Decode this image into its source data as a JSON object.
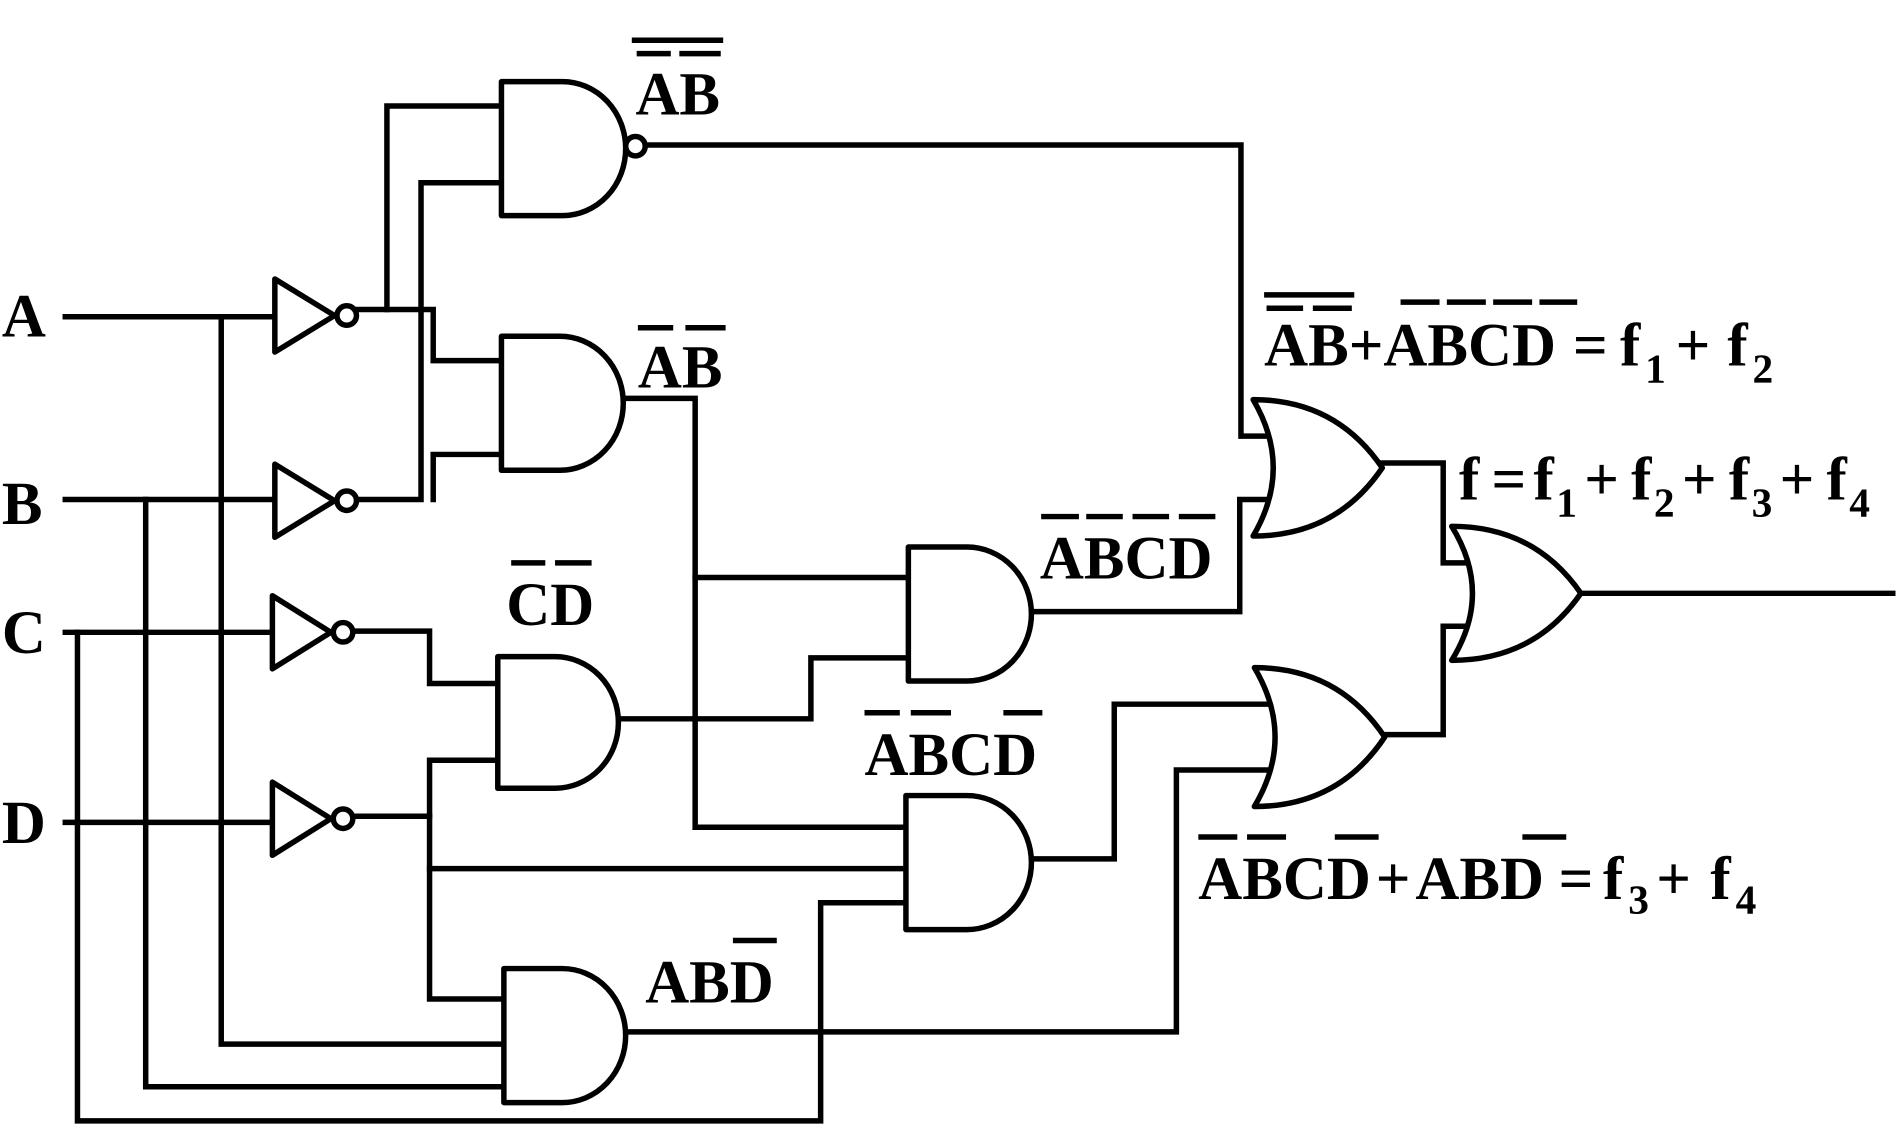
{
  "inputs": {
    "a": "A",
    "b": "B",
    "c": "C",
    "d": "D"
  },
  "gate_labels": {
    "nand_ab": "AB",
    "and_ab": "AB",
    "and_cd": "CD",
    "and_abcd_top": "ABCD",
    "and_abcd_bottom": "ABCD",
    "and_abd": "ABD"
  },
  "expressions": {
    "f1_f2": {
      "t1": "AB",
      "plus": "+",
      "t2": "ABCD",
      "eq": "=",
      "f1": "f",
      "f1_sub": "1",
      "plus2": "+",
      "f2": "f",
      "f2_sub": "2"
    },
    "f_total": {
      "f": "f",
      "eq": "=",
      "t1": "f",
      "t1_sub": "1",
      "p1": "+",
      "t2": "f",
      "t2_sub": "2",
      "p2": "+",
      "t3": "f",
      "t3_sub": "3",
      "p3": "+",
      "t4": "f",
      "t4_sub": "4"
    },
    "f3_f4": {
      "t1": "ABCD",
      "plus": "+",
      "t2": "ABD",
      "eq": "=",
      "f3": "f",
      "f3_sub": "3",
      "plus2": "+",
      "f4": "f",
      "f4_sub": "4"
    }
  }
}
